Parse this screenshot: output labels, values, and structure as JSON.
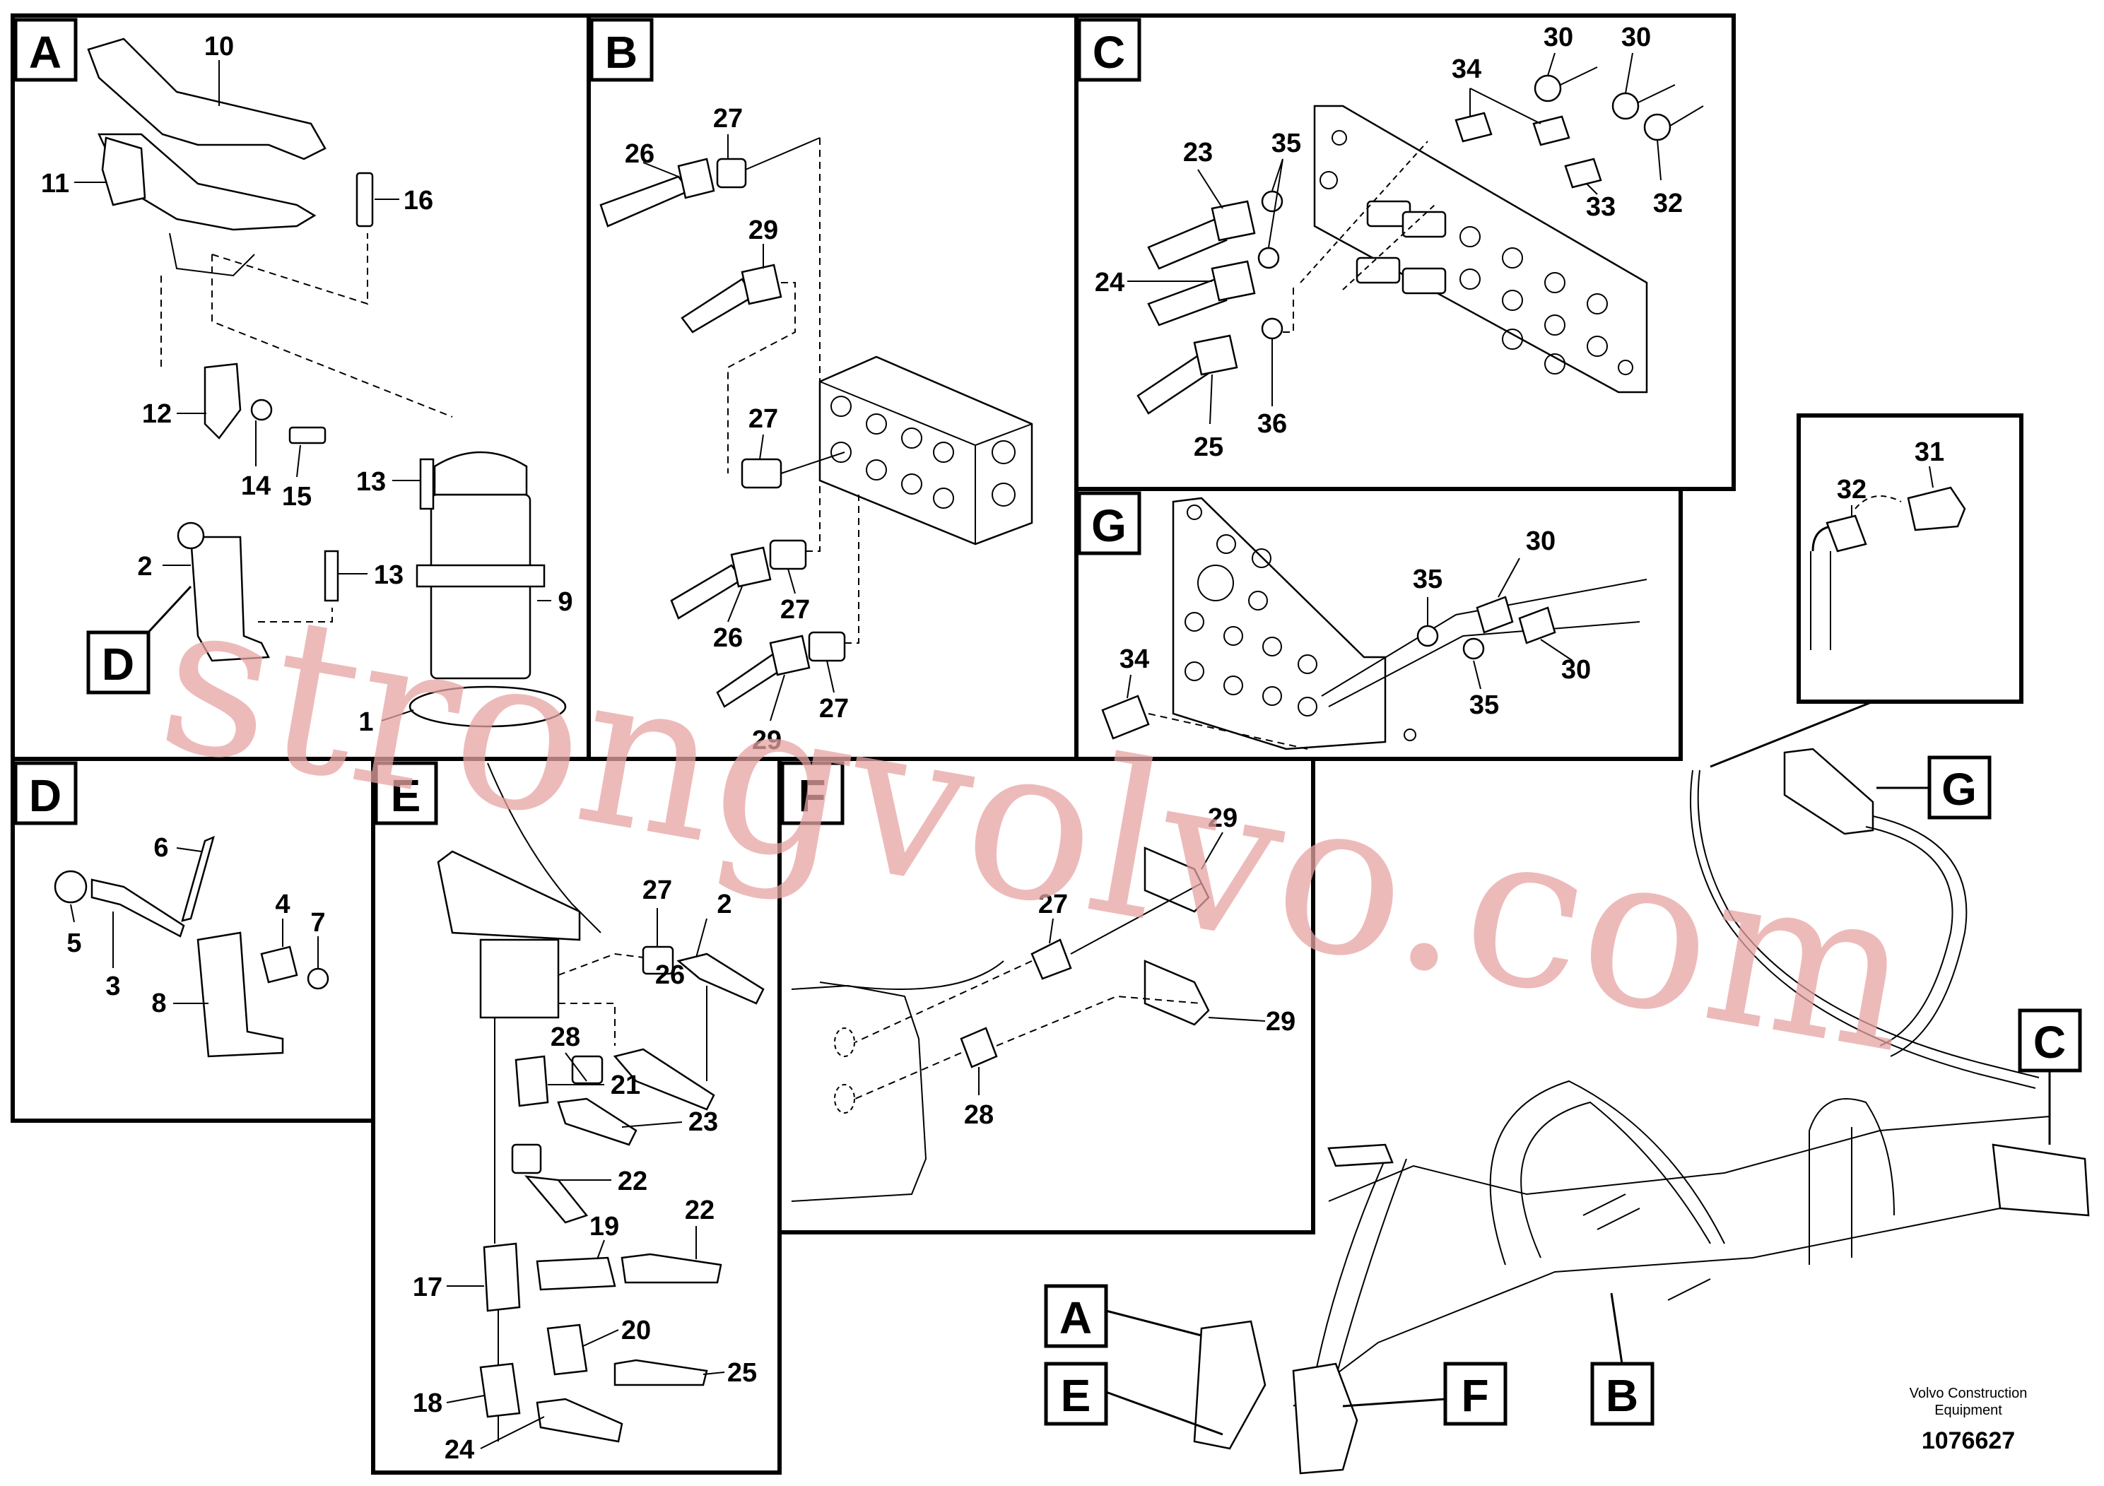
{
  "panels": [
    {
      "id": "A",
      "label": "A",
      "callouts": [
        "10",
        "11",
        "16",
        "12",
        "14",
        "15",
        "13",
        "13",
        "2",
        "9",
        "1"
      ],
      "detail_ref": "D"
    },
    {
      "id": "B",
      "label": "B",
      "callouts": [
        "26",
        "27",
        "29",
        "27",
        "26",
        "27",
        "29",
        "27"
      ]
    },
    {
      "id": "C",
      "label": "C",
      "callouts": [
        "30",
        "30",
        "34",
        "23",
        "35",
        "33",
        "32",
        "24",
        "25",
        "36"
      ]
    },
    {
      "id": "G",
      "label": "G",
      "callouts": [
        "30",
        "35",
        "34",
        "35",
        "30"
      ]
    },
    {
      "id": "D",
      "label": "D",
      "callouts": [
        "6",
        "5",
        "3",
        "4",
        "7",
        "8"
      ]
    },
    {
      "id": "E",
      "label": "E",
      "callouts": [
        "27",
        "2",
        "26",
        "28",
        "21",
        "23",
        "22",
        "22",
        "19",
        "17",
        "20",
        "25",
        "18",
        "24"
      ]
    },
    {
      "id": "F",
      "label": "F",
      "callouts": [
        "29",
        "27",
        "29",
        "28"
      ]
    },
    {
      "id": "detail",
      "callouts": [
        "32",
        "31"
      ]
    }
  ],
  "overview": {
    "labels": {
      "A": "A",
      "B": "B",
      "C": "C",
      "E": "E",
      "F": "F",
      "G": "G"
    }
  },
  "caption": {
    "line1": "Volvo Construction",
    "line2": "Equipment"
  },
  "drawing_number": "1076627",
  "watermark": "strongvolvo.com",
  "colors": {
    "line": "#000000",
    "background": "#ffffff",
    "watermark": "#e7a3a3"
  }
}
